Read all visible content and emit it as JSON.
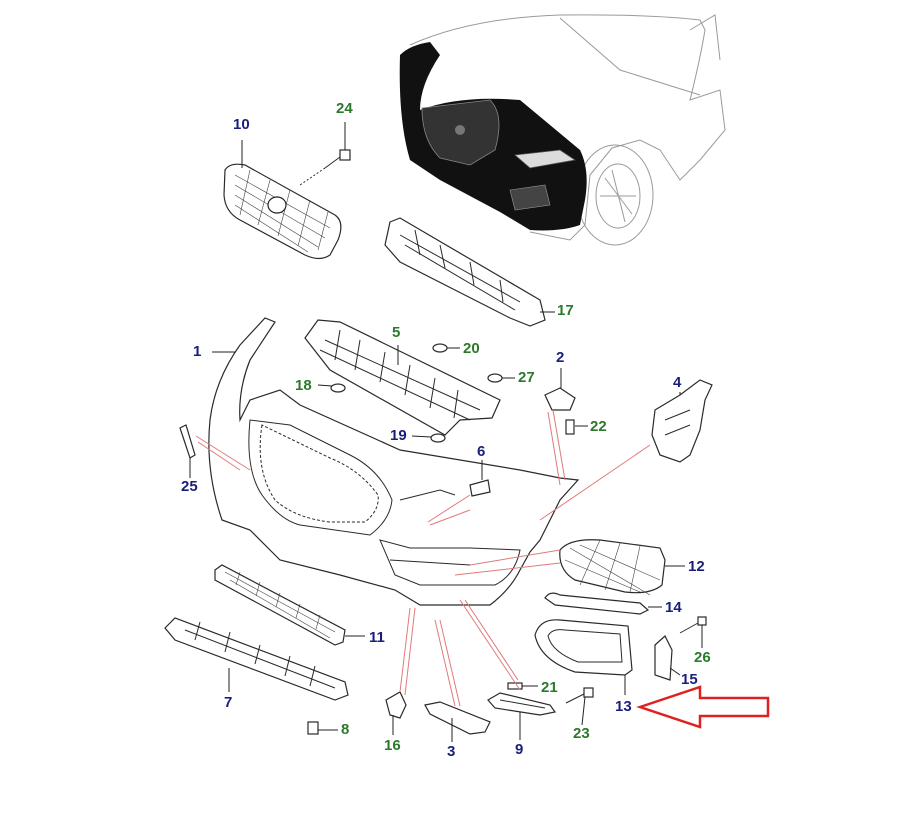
{
  "diagram": {
    "labels": [
      {
        "id": "1",
        "text": "1",
        "color": "#1a1f7a"
      },
      {
        "id": "2",
        "text": "2",
        "color": "#1a1f7a"
      },
      {
        "id": "3",
        "text": "3",
        "color": "#1a1f7a"
      },
      {
        "id": "4",
        "text": "4",
        "color": "#1a1f7a"
      },
      {
        "id": "5",
        "text": "5",
        "color": "#2b7a2b"
      },
      {
        "id": "6",
        "text": "6",
        "color": "#1a1f7a"
      },
      {
        "id": "7",
        "text": "7",
        "color": "#1a1f7a"
      },
      {
        "id": "8",
        "text": "8",
        "color": "#2b7a2b"
      },
      {
        "id": "9",
        "text": "9",
        "color": "#1a1f7a"
      },
      {
        "id": "10",
        "text": "10",
        "color": "#1a1f7a"
      },
      {
        "id": "11",
        "text": "11",
        "color": "#1a1f7a"
      },
      {
        "id": "12",
        "text": "12",
        "color": "#1a1f7a"
      },
      {
        "id": "13",
        "text": "13",
        "color": "#1a1f7a"
      },
      {
        "id": "14",
        "text": "14",
        "color": "#1a1f7a"
      },
      {
        "id": "15",
        "text": "15",
        "color": "#1a1f7a"
      },
      {
        "id": "16",
        "text": "16",
        "color": "#2b7a2b"
      },
      {
        "id": "17",
        "text": "17",
        "color": "#2b7a2b"
      },
      {
        "id": "18",
        "text": "18",
        "color": "#2b7a2b"
      },
      {
        "id": "19",
        "text": "19",
        "color": "#1a1f7a"
      },
      {
        "id": "20",
        "text": "20",
        "color": "#2b7a2b"
      },
      {
        "id": "21",
        "text": "21",
        "color": "#2b7a2b"
      },
      {
        "id": "22",
        "text": "22",
        "color": "#2b7a2b"
      },
      {
        "id": "23",
        "text": "23",
        "color": "#2b7a2b"
      },
      {
        "id": "24",
        "text": "24",
        "color": "#2b7a2b"
      },
      {
        "id": "25",
        "text": "25",
        "color": "#1a1f7a"
      },
      {
        "id": "26",
        "text": "26",
        "color": "#2b7a2b"
      },
      {
        "id": "27",
        "text": "27",
        "color": "#2b7a2b"
      }
    ],
    "highlight_arrow_color": "#e02020"
  }
}
